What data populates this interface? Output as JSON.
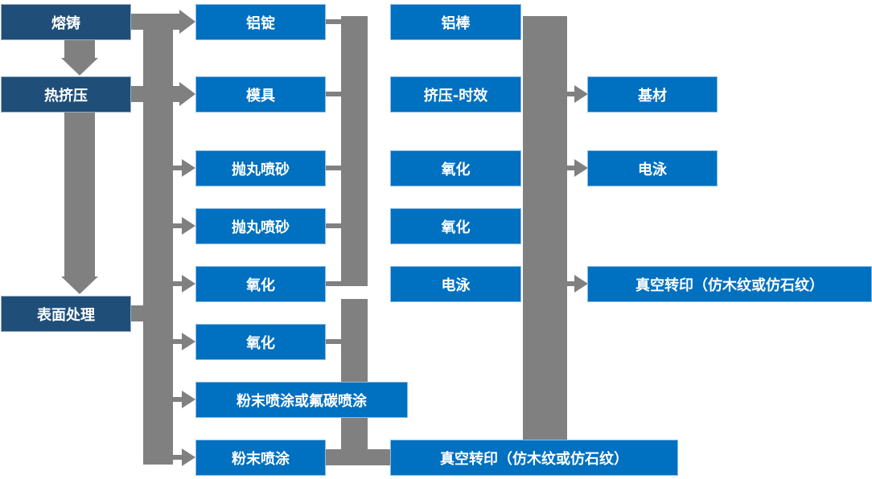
{
  "diagram": {
    "type": "flowchart",
    "background": "#ffffff",
    "colors": {
      "stage_fill": "#1f4e79",
      "process_fill": "#0070c0",
      "connector_gray": "#808080",
      "label_text": "#ffffff"
    },
    "nodes": [
      {
        "id": "melting-casting",
        "label": "熔铸",
        "column": 1
      },
      {
        "id": "hot-extrusion",
        "label": "热挤压",
        "column": 1
      },
      {
        "id": "surface-treatment",
        "label": "表面处理",
        "column": 1
      },
      {
        "id": "aluminum-ingot",
        "label": "铝锭",
        "column": 2
      },
      {
        "id": "mold",
        "label": "模具",
        "column": 2
      },
      {
        "id": "shot-blasting-1",
        "label": "抛丸喷砂",
        "column": 2
      },
      {
        "id": "shot-blasting-2",
        "label": "抛丸喷砂",
        "column": 2
      },
      {
        "id": "oxidation-1",
        "label": "氧化",
        "column": 2
      },
      {
        "id": "oxidation-2",
        "label": "氧化",
        "column": 2
      },
      {
        "id": "powder-or-fluorocarbon-coating",
        "label": "粉末喷涂或氟碳喷涂",
        "column": 2
      },
      {
        "id": "powder-coating",
        "label": "粉末喷涂",
        "column": 2
      },
      {
        "id": "aluminum-rod",
        "label": "铝棒",
        "column": 3
      },
      {
        "id": "extrusion-aging",
        "label": "挤压-时效",
        "column": 3
      },
      {
        "id": "oxidation-3",
        "label": "氧化",
        "column": 3
      },
      {
        "id": "oxidation-4",
        "label": "氧化",
        "column": 3
      },
      {
        "id": "electrophoresis-1",
        "label": "电泳",
        "column": 3
      },
      {
        "id": "vacuum-transfer-bottom",
        "label": "真空转印（仿木纹或仿石纹）",
        "column": 3
      },
      {
        "id": "base-material",
        "label": "基材",
        "column": 4
      },
      {
        "id": "electrophoresis-2",
        "label": "电泳",
        "column": 4
      },
      {
        "id": "vacuum-transfer-right",
        "label": "真空转印（仿木纹或仿石纹）",
        "column": 4
      }
    ],
    "connectors": {
      "down_arrows_to": [
        "热挤压",
        "表面处理"
      ],
      "right_arrows_to": [
        "铝锭",
        "模具",
        "抛丸喷砂",
        "抛丸喷砂",
        "氧化",
        "氧化",
        "粉末喷涂或氟碳喷涂",
        "粉末喷涂",
        "基材",
        "电泳",
        "真空转印（仿木纹或仿石纹）"
      ]
    }
  }
}
